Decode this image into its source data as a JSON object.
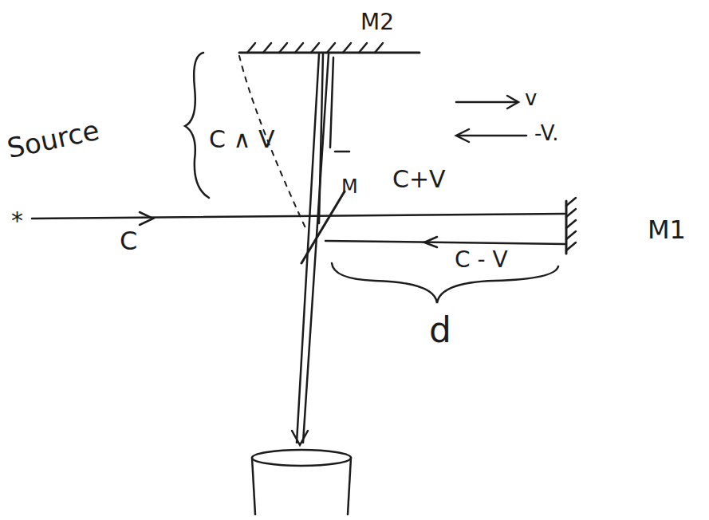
{
  "diagram": {
    "labels": [
      "M2",
      "Source",
      "C ∧ V",
      "v",
      "-V.",
      "M",
      "C+V",
      "*",
      "C",
      "C - V",
      "d",
      "M1"
    ]
  }
}
